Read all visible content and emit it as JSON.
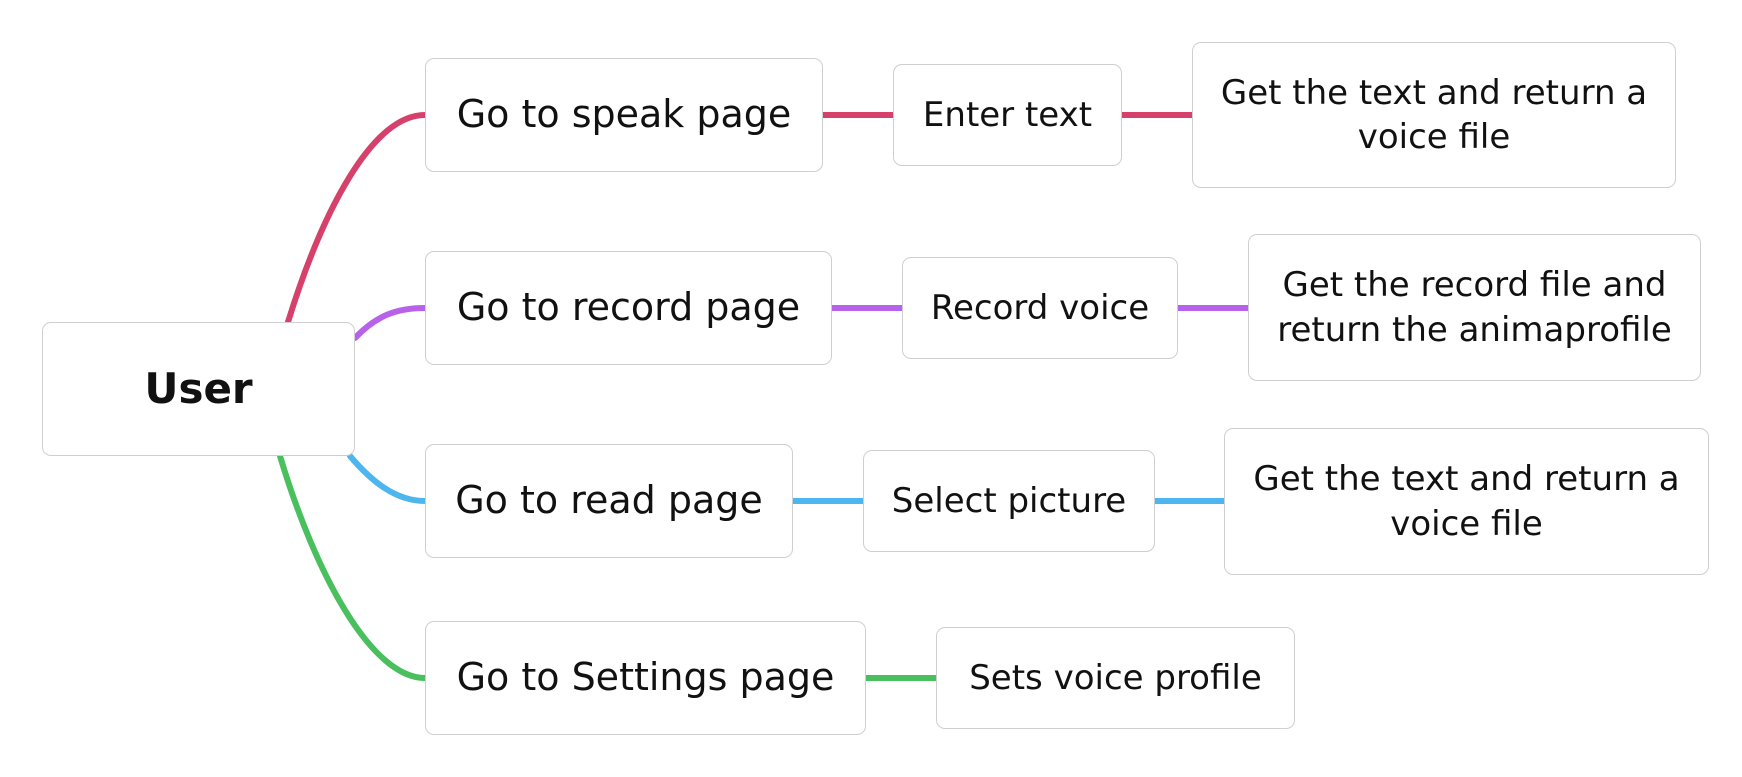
{
  "diagram": {
    "root": {
      "label": "User"
    },
    "colors": {
      "speak": "#d6416c",
      "record": "#b861ea",
      "read": "#4db6ee",
      "settings": "#49bf5e",
      "node_border": "#cfcfcf"
    },
    "branches": [
      {
        "id": "speak",
        "page": "Go to speak page",
        "action": "Enter text",
        "result": "Get the text and return a voice file"
      },
      {
        "id": "record",
        "page": "Go to record page",
        "action": "Record voice",
        "result": "Get the record file and return the animaprofile"
      },
      {
        "id": "read",
        "page": "Go to read page",
        "action": "Select picture",
        "result": "Get the text and return a voice file"
      },
      {
        "id": "settings",
        "page": "Go to Settings page",
        "action": "Sets voice profile"
      }
    ]
  }
}
